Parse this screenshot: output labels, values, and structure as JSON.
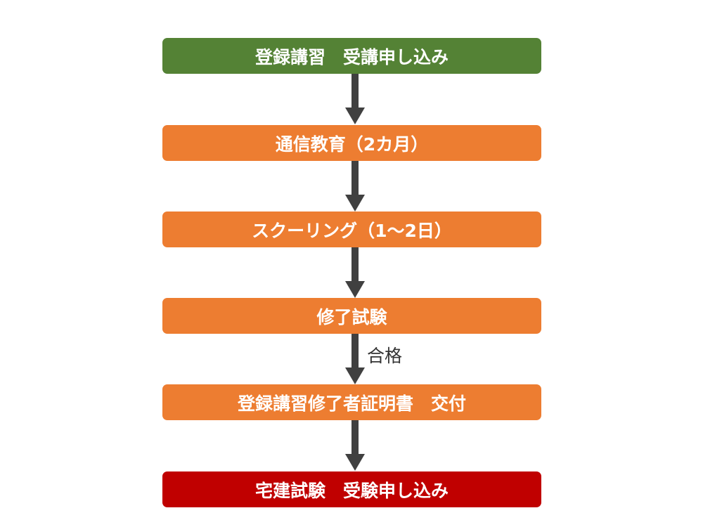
{
  "steps": [
    {
      "label": "登録講習　受講申し込み",
      "color": "#548235"
    },
    {
      "label": "通信教育（2カ月）",
      "color": "#ED7D31"
    },
    {
      "label": "スクーリング（1～2日）",
      "color": "#ED7D31"
    },
    {
      "label": "修了試験",
      "color": "#ED7D31"
    },
    {
      "label": "登録講習修了者証明書　交付",
      "color": "#ED7D31"
    },
    {
      "label": "宅建試験　受験申し込み",
      "color": "#C00000"
    }
  ],
  "edges": [
    {
      "from": 0,
      "to": 1,
      "label": ""
    },
    {
      "from": 1,
      "to": 2,
      "label": ""
    },
    {
      "from": 2,
      "to": 3,
      "label": ""
    },
    {
      "from": 3,
      "to": 4,
      "label": "合格"
    },
    {
      "from": 4,
      "to": 5,
      "label": ""
    }
  ],
  "colors": {
    "arrow": "#404040",
    "text": "#FFFFFF"
  }
}
